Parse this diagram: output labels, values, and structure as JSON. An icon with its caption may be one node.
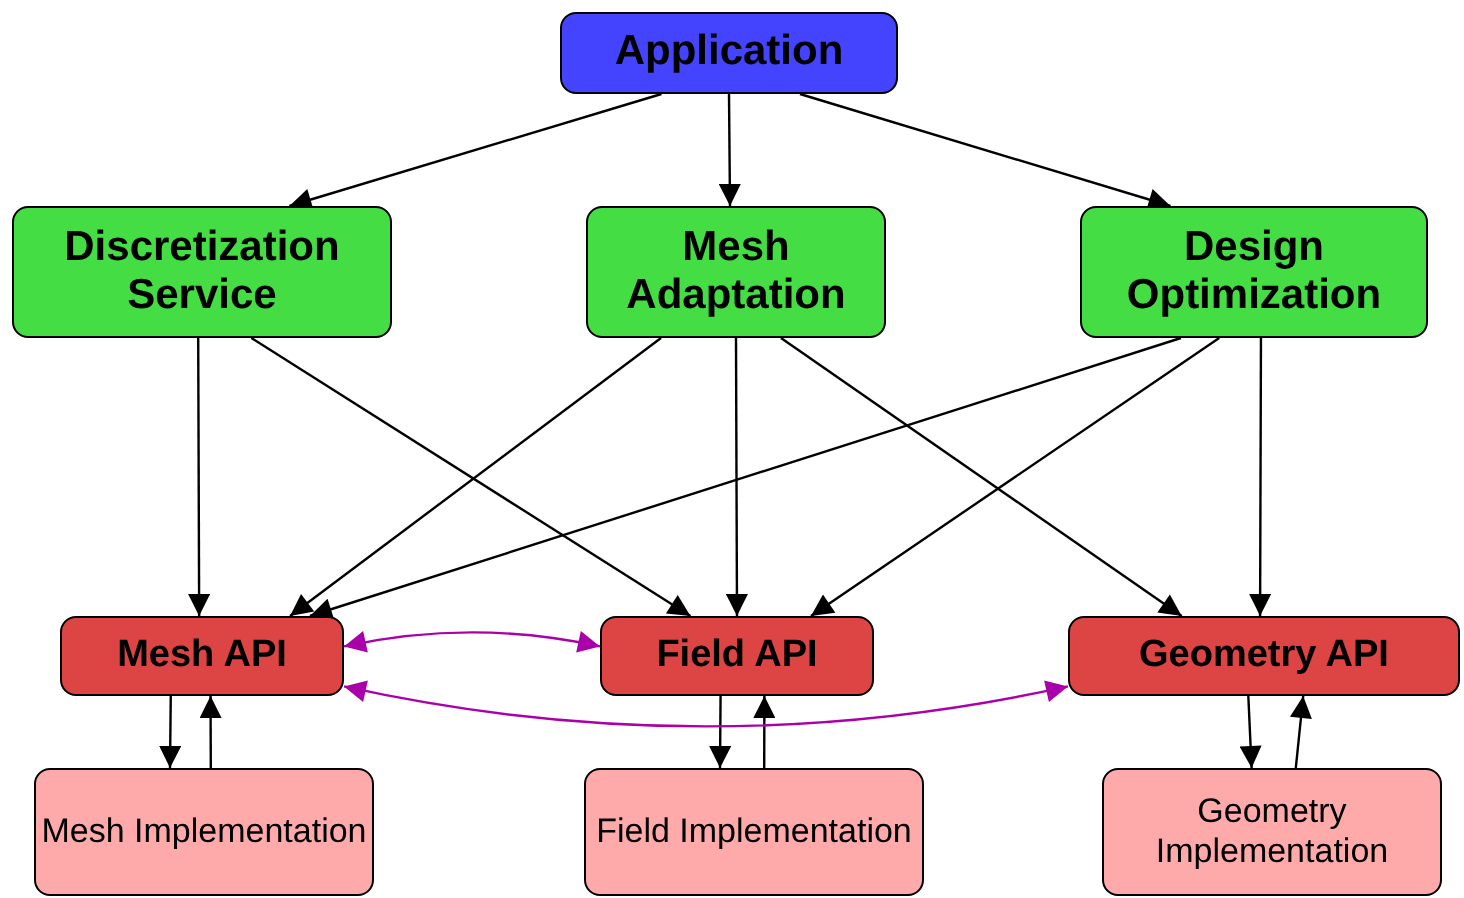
{
  "diagram": {
    "nodes": [
      {
        "text": [
          "Application"
        ]
      },
      {
        "text": [
          "Discretization Service"
        ]
      },
      {
        "text": [
          "Mesh Adaptation"
        ]
      },
      {
        "text": [
          "Design Optimization"
        ]
      },
      {
        "text": [
          "Mesh API"
        ]
      },
      {
        "text": [
          "Field API"
        ]
      },
      {
        "text": [
          "Geometry API"
        ]
      },
      {
        "text": [
          "Mesh Implementation"
        ]
      },
      {
        "text": [
          "Field Implementation"
        ]
      },
      {
        "text": [
          "Geometry Implementation"
        ]
      }
    ],
    "edges": [
      {
        "from": 0,
        "to": 1,
        "arrow": "to"
      },
      {
        "from": 0,
        "to": 2,
        "arrow": "to"
      },
      {
        "from": 0,
        "to": 3,
        "arrow": "to"
      },
      {
        "from": 1,
        "to": 4,
        "arrow": "to"
      },
      {
        "from": 1,
        "to": 5,
        "arrow": "to"
      },
      {
        "from": 2,
        "to": 4,
        "arrow": "to"
      },
      {
        "from": 2,
        "to": 5,
        "arrow": "to"
      },
      {
        "from": 2,
        "to": 6,
        "arrow": "to"
      },
      {
        "from": 3,
        "to": 4,
        "arrow": "to"
      },
      {
        "from": 3,
        "to": 5,
        "arrow": "to"
      },
      {
        "from": 3,
        "to": 6,
        "arrow": "to"
      },
      {
        "from": 4,
        "to": 7,
        "arrow": "to"
      },
      {
        "from": 7,
        "to": 4,
        "arrow": "to"
      },
      {
        "from": 5,
        "to": 8,
        "arrow": "to"
      },
      {
        "from": 8,
        "to": 5,
        "arrow": "to"
      },
      {
        "from": 6,
        "to": 9,
        "arrow": "to"
      },
      {
        "from": 9,
        "to": 6,
        "arrow": "to"
      },
      {
        "from": 4,
        "to": 5,
        "arrow": "both",
        "color": "#aa00aa"
      },
      {
        "from": 4,
        "to": 6,
        "arrow": "both",
        "color": "#aa00aa"
      }
    ]
  }
}
